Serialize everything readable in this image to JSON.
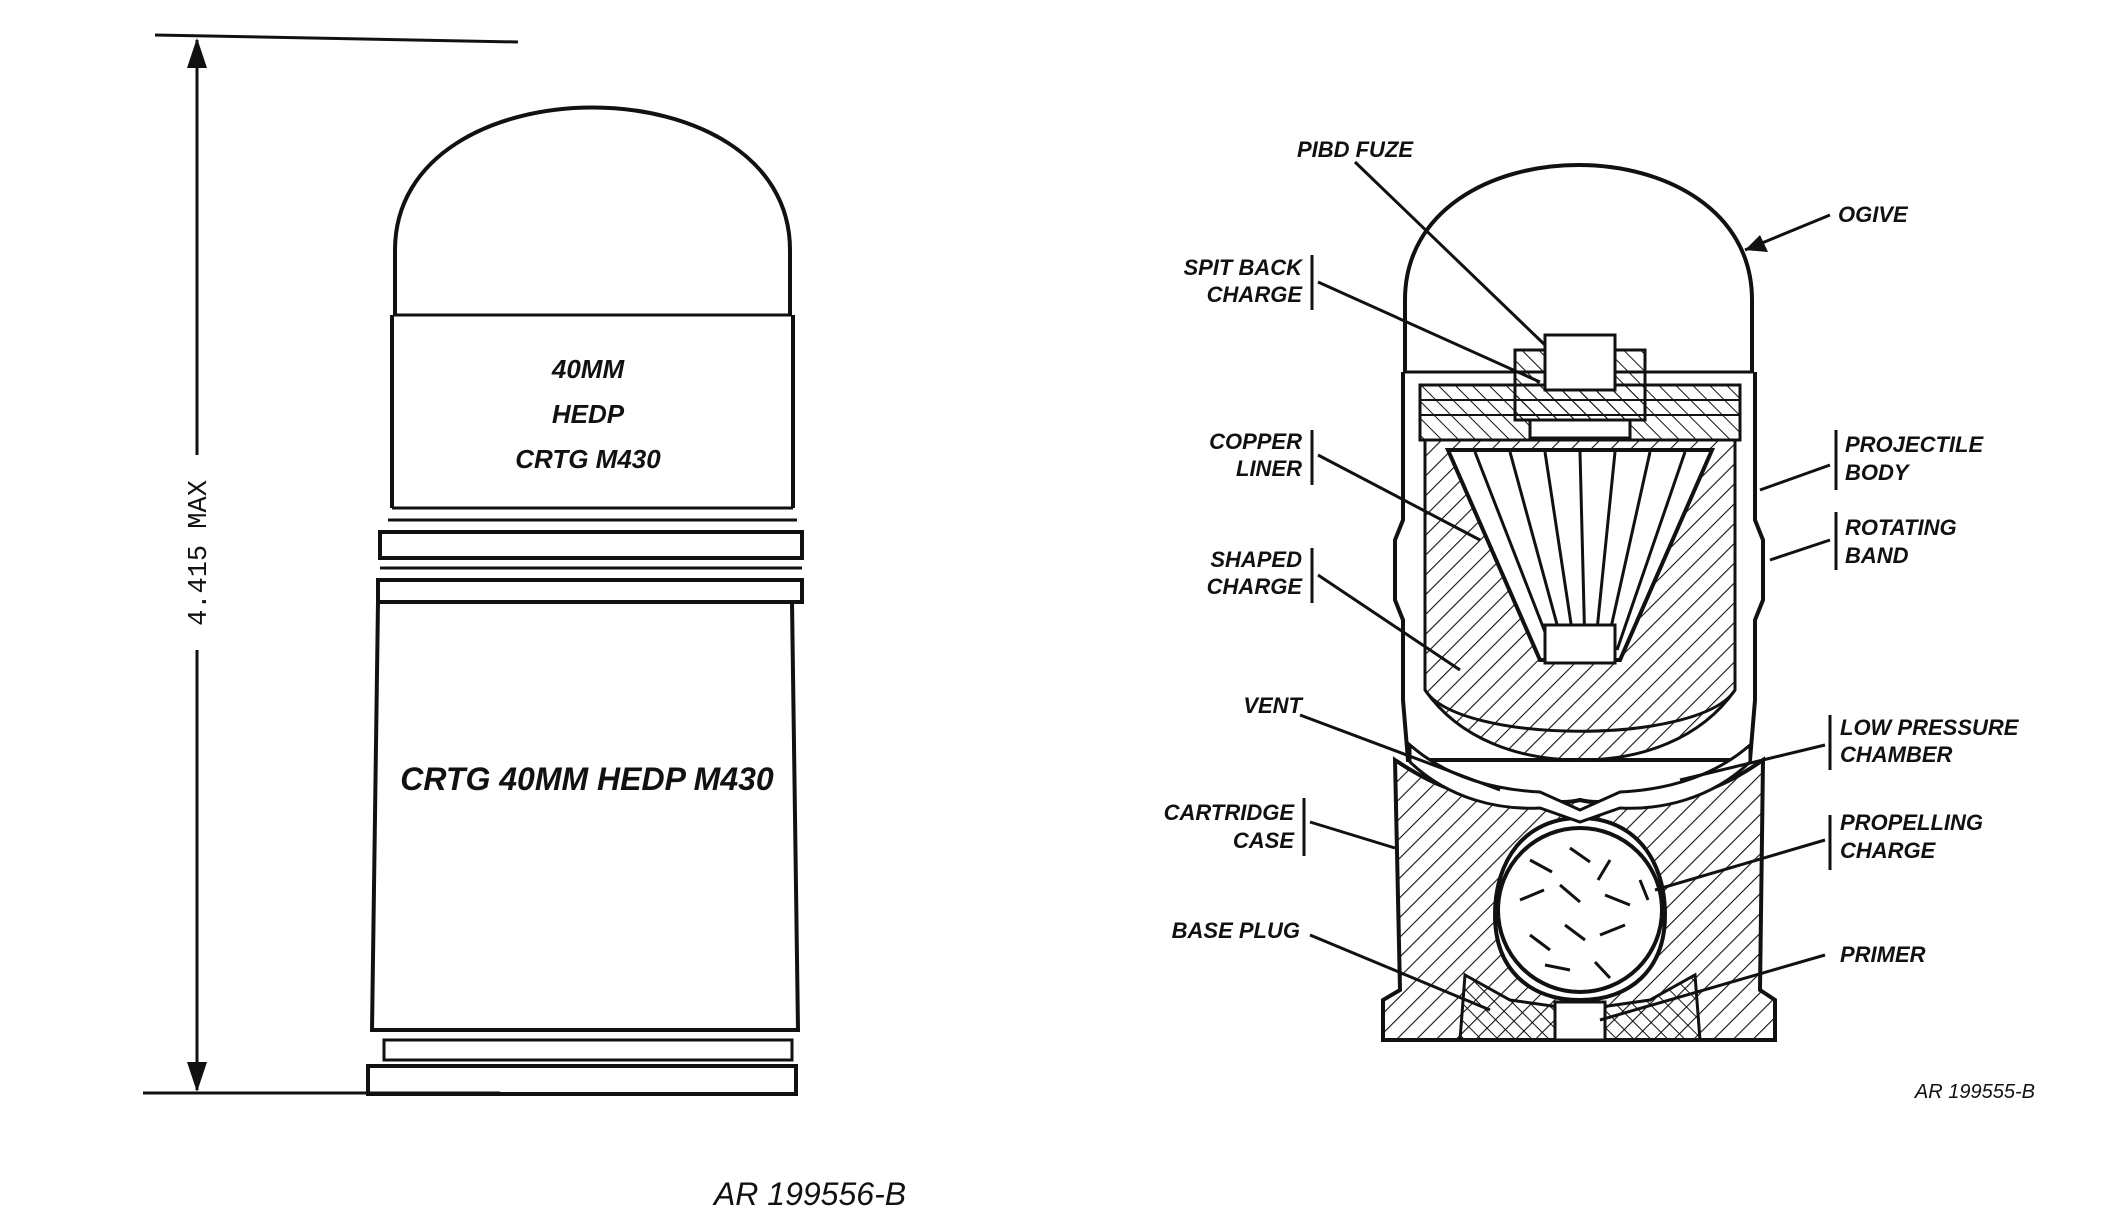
{
  "left_figure": {
    "body_text": [
      "40MM",
      "HEDP",
      "CRTG M430"
    ],
    "case_text": "CRTG 40MM HEDP M430",
    "dimension": "4.415 MAX",
    "figure_id": "AR 199556-B"
  },
  "right_figure": {
    "labels": {
      "pibd_fuze": "PIBD FUZE",
      "ogive": "OGIVE",
      "spit_back_1": "SPIT BACK",
      "spit_back_2": "CHARGE",
      "copper_1": "COPPER",
      "copper_2": "LINER",
      "projectile_1": "PROJECTILE",
      "projectile_2": "BODY",
      "rotating_1": "ROTATING",
      "rotating_2": "BAND",
      "shaped_1": "SHAPED",
      "shaped_2": "CHARGE",
      "vent": "VENT",
      "low_pressure_1": "LOW PRESSURE",
      "low_pressure_2": "CHAMBER",
      "cartridge_1": "CARTRIDGE",
      "cartridge_2": "CASE",
      "propelling_1": "PROPELLING",
      "propelling_2": "CHARGE",
      "base_plug": "BASE PLUG",
      "primer": "PRIMER"
    },
    "figure_id": "AR 199555-B"
  }
}
